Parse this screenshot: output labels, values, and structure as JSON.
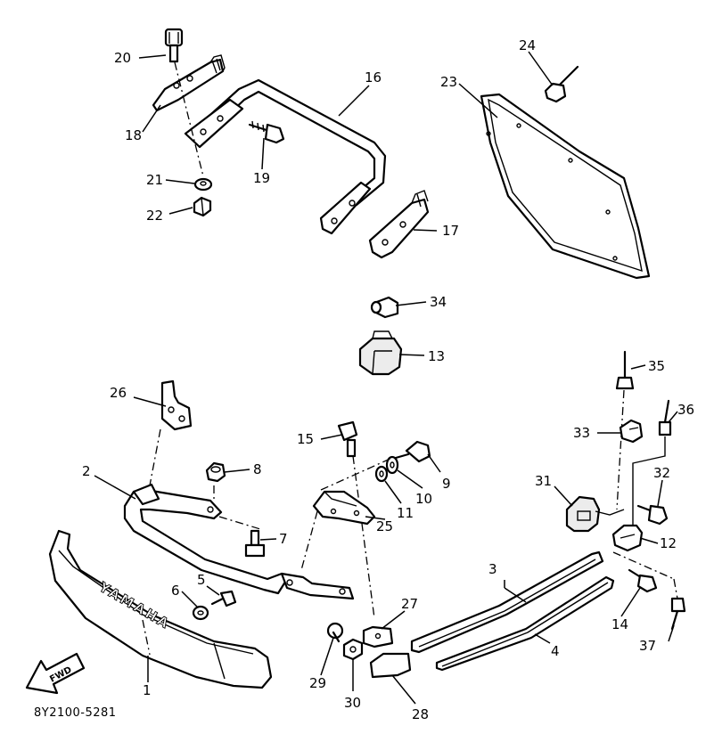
{
  "diagram": {
    "part_numbers": [
      "1",
      "2",
      "3",
      "4",
      "5",
      "6",
      "7",
      "8",
      "9",
      "10",
      "11",
      "12",
      "13",
      "14",
      "15",
      "16",
      "17",
      "18",
      "19",
      "20",
      "21",
      "22",
      "23",
      "24",
      "25",
      "26",
      "27",
      "28",
      "29",
      "30",
      "31",
      "32",
      "33",
      "34",
      "35",
      "36",
      "37"
    ],
    "drawing_code": "8Y2100-5281",
    "brand_text": "YAMAHA",
    "direction_label": "FWD"
  }
}
